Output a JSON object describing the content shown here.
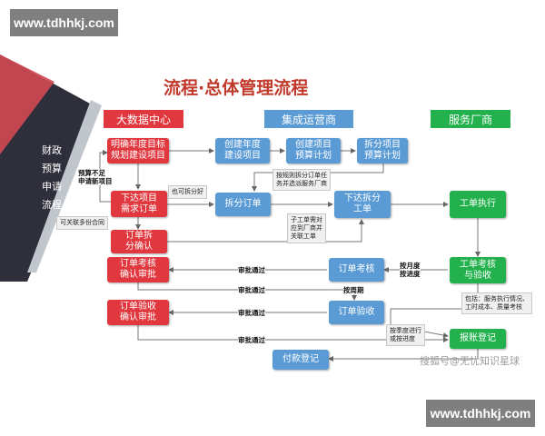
{
  "watermark_top": "www.tdhhkj.com",
  "watermark_bottom": "www.tdhhkj.com",
  "title": "流程·总体管理流程",
  "lanes": {
    "bigdata": "大数据中心",
    "integrated": "集成运营商",
    "provider": "服务厂商"
  },
  "side": [
    "财政",
    "预算",
    "申请",
    "流程"
  ],
  "nodes": {
    "annual_goal": "明确年度目标\n规划建设项目",
    "create_annual": "创建年度\n建设项目",
    "create_budget": "创建项目\n预算计划",
    "split_budget": "拆分项目\n预算计划",
    "issue_demand": "下达项目\n需求订单",
    "split_order": "拆分订单",
    "issue_split": "下达拆分\n工单",
    "work_exec": "工单执行",
    "confirm_split": "订单拆\n分确认",
    "review_approve": "订单考核\n确认审批",
    "order_review": "订单考核",
    "work_review": "工单考核\n与验收",
    "accept_approve": "订单验收\n确认审批",
    "order_accept": "订单验收",
    "reimburse": "报账登记",
    "payment": "付款登记"
  },
  "notes": {
    "budget_lack": "预算不足\n申请新项目",
    "can_split": "也可拆分好",
    "assoc_contracts": "可关联多份合同",
    "by_rule": "按规则拆分订单任\n务并选派服务厂商",
    "sub_order": "子工单需对\n应到厂商并\n关联工单",
    "include": "包括：服务执行情况、\n工时成本、质量考核",
    "by_quarter": "按季度进行\n或按进度"
  },
  "labels": {
    "approved1": "审批通过",
    "approved2": "审批通过",
    "approved3": "审批通过",
    "approved4": "审批通过",
    "by_month": "按月度\n按进度",
    "by_cycle": "按周期"
  },
  "watermark_source": "搜狐号@无忧知识星球"
}
